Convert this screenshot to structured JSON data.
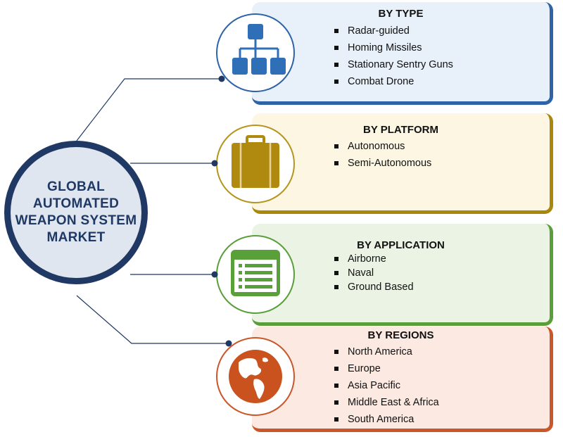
{
  "center": {
    "title_lines": [
      "GLOBAL",
      "AUTOMATED",
      "WEAPON SYSTEM",
      "MARKET"
    ]
  },
  "segments": [
    {
      "title": "BY TYPE",
      "icon": "hierarchy-icon",
      "color": "#2e63a8",
      "items": [
        "Radar-guided",
        "Homing Missiles",
        "Stationary Sentry Guns",
        "Combat Drone"
      ]
    },
    {
      "title": "BY PLATFORM",
      "icon": "briefcase-icon",
      "color": "#b4951e",
      "items": [
        "Autonomous",
        "Semi-Autonomous"
      ]
    },
    {
      "title": "BY APPLICATION",
      "icon": "list-window-icon",
      "color": "#5a9e3a",
      "items": [
        "Airborne",
        "Naval",
        "Ground Based"
      ]
    },
    {
      "title": "BY REGIONS",
      "icon": "globe-icon",
      "color": "#c9572a",
      "items": [
        "North America",
        "Europe",
        "Asia Pacific",
        "Middle East & Africa",
        "South America"
      ]
    }
  ],
  "colors": {
    "center_border": "#1f3864",
    "connector": "#1f3864"
  }
}
